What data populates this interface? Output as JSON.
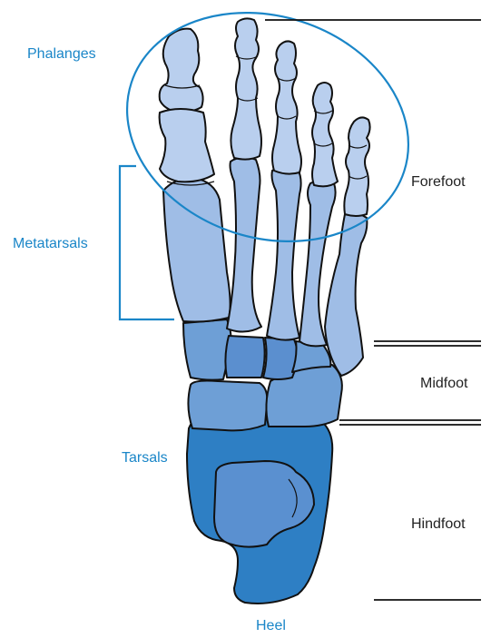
{
  "labels": {
    "phalanges": "Phalanges",
    "metatarsals": "Metatarsals",
    "tarsals": "Tarsals",
    "heel": "Heel",
    "forefoot": "Forefoot",
    "midfoot": "Midfoot",
    "hindfoot": "Hindfoot"
  },
  "colors": {
    "label_blue": "#1a86c8",
    "phalanx_fill": "#b9cfee",
    "metatarsal_fill": "#9fbde6",
    "midtarsal_fill": "#6e9fd6",
    "cuneiform_fill": "#5b8fcf",
    "hindfoot_fill": "#2e7fc4",
    "talus_fill": "#5a90d0",
    "outline": "#111111"
  }
}
